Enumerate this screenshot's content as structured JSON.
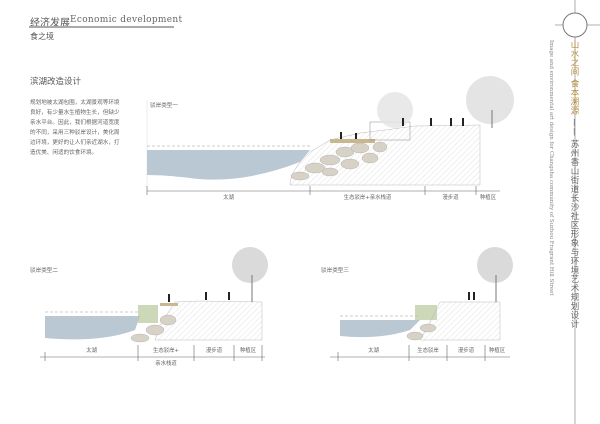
{
  "header": {
    "title_cn": "经济发展",
    "title_en": "Economic development",
    "subtitle": "食之境"
  },
  "section": {
    "title": "滨湖改造设计",
    "body": "规划地被太湖包围，太湖景观等环境良好，有少量水生植物生长，但缺少亲水平台。因此，我们根据河道宽度的不同，采用三种驳岸设计，美化周边环境，更好的让人们亲近湖水，打造优美、闲适的饮食环境。"
  },
  "sections": [
    {
      "caption": "驳岸类型一",
      "zones": [
        "太湖",
        "生态驳岸+亲水栈道",
        "漫步道",
        "种植区"
      ]
    },
    {
      "caption": "驳岸类型二",
      "zones": [
        "太湖",
        "生态驳岸+",
        "亲水栈道",
        "漫步道",
        "种植区"
      ]
    },
    {
      "caption": "驳岸类型三",
      "zones": [
        "太湖",
        "生态驳岸",
        "漫步道",
        "种植区"
      ]
    }
  ],
  "sidebar": {
    "slogan1": "山水之间",
    "slogan2": "食本溯源",
    "dash": "——",
    "project": "苏州香山街道长沙社区形象与环境艺术规划设计",
    "english": "Image and environmental art design for Changsha community of Suzhou Fragrant Hill Street"
  },
  "colors": {
    "water": "#b9c8d3",
    "stone": "#d8d1c6",
    "accent": "#b58b3a"
  }
}
